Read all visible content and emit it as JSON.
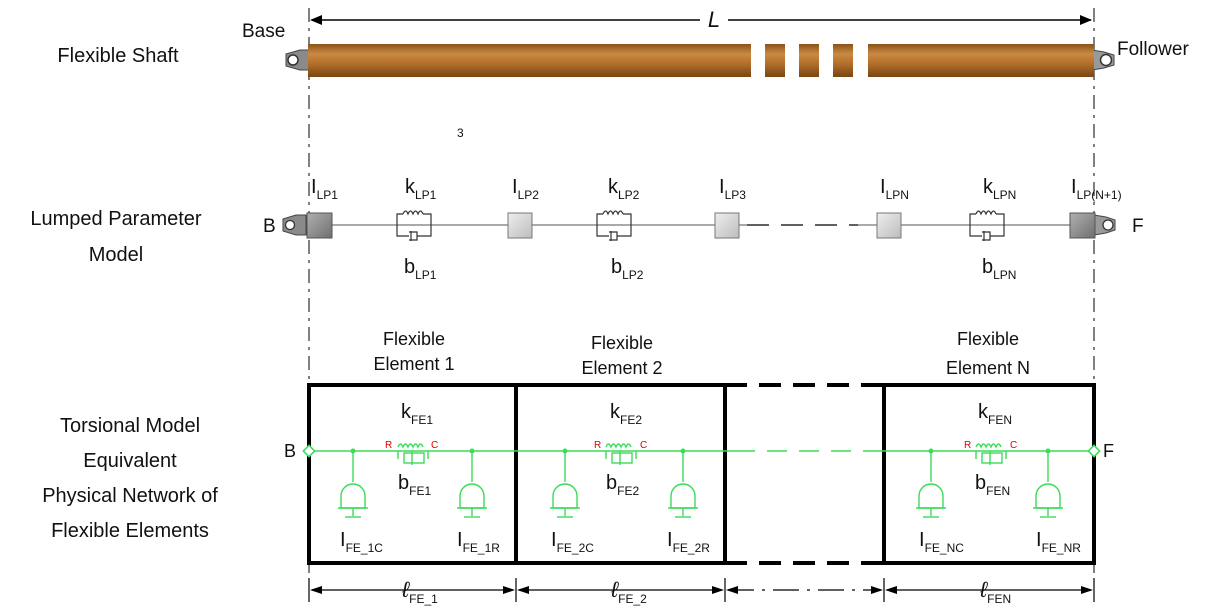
{
  "rows": {
    "shaft": "Flexible Shaft",
    "lumped": [
      "Lumped Parameter",
      "Model"
    ],
    "torsional": [
      "Torsional Model",
      "Equivalent",
      "Physical Network of",
      "Flexible Elements"
    ]
  },
  "shaft": {
    "base": "Base",
    "follower": "Follower",
    "length": "L",
    "stray_mark": "3"
  },
  "lumped": {
    "base": "B",
    "follower": "F",
    "inertias": [
      {
        "main": "I",
        "sub": "LP1"
      },
      {
        "main": "I",
        "sub": "LP2"
      },
      {
        "main": "I",
        "sub": "LP3"
      },
      {
        "main": "I",
        "sub": "LPN"
      },
      {
        "main": "I",
        "sub": "LP(N+1)"
      }
    ],
    "springs": [
      {
        "main": "k",
        "sub": "LP1"
      },
      {
        "main": "k",
        "sub": "LP2"
      },
      {
        "main": "k",
        "sub": "LPN"
      }
    ],
    "dampers": [
      {
        "main": "b",
        "sub": "LP1"
      },
      {
        "main": "b",
        "sub": "LP2"
      },
      {
        "main": "b",
        "sub": "LPN"
      }
    ]
  },
  "torsional": {
    "base": "B",
    "follower": "F",
    "elements": [
      {
        "title": [
          "Flexible",
          "Element 1"
        ],
        "k": {
          "main": "k",
          "sub": "FE1"
        },
        "b": {
          "main": "b",
          "sub": "FE1"
        },
        "ic": {
          "main": "I",
          "sub": "FE_1C"
        },
        "ir": {
          "main": "I",
          "sub": "FE_1R"
        },
        "len": {
          "main": "ℓ",
          "sub": "FE_1"
        }
      },
      {
        "title": [
          "Flexible",
          "Element 2"
        ],
        "k": {
          "main": "k",
          "sub": "FE2"
        },
        "b": {
          "main": "b",
          "sub": "FE2"
        },
        "ic": {
          "main": "I",
          "sub": "FE_2C"
        },
        "ir": {
          "main": "I",
          "sub": "FE_2R"
        },
        "len": {
          "main": "ℓ",
          "sub": "FE_2"
        }
      },
      {
        "title": [
          "Flexible",
          "Element N"
        ],
        "k": {
          "main": "k",
          "sub": "FEN"
        },
        "b": {
          "main": "b",
          "sub": "FEN"
        },
        "ic": {
          "main": "I",
          "sub": "FE_NC"
        },
        "ir": {
          "main": "I",
          "sub": "FE_NR"
        },
        "len": {
          "main": "ℓ",
          "sub": "FEN"
        }
      }
    ],
    "port_r": "R",
    "port_c": "C"
  },
  "colors": {
    "shaft": "#b8732e",
    "network": "#3cdc5a",
    "port_label": "#e00000",
    "box": "#000000"
  }
}
